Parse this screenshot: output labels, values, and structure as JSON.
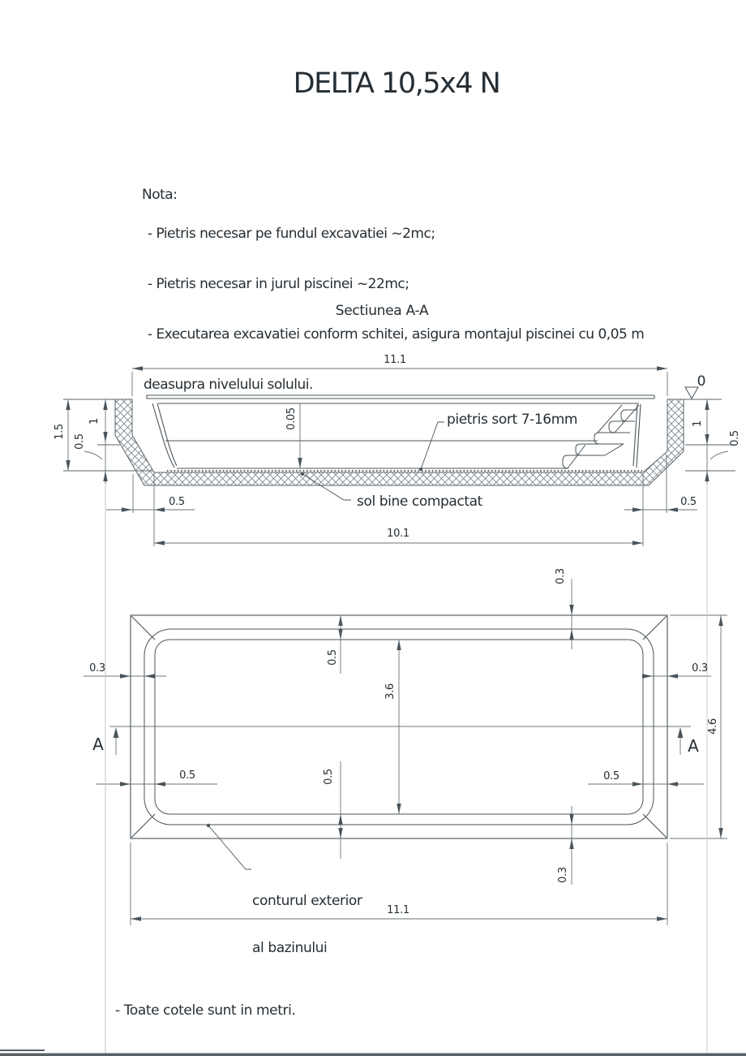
{
  "title": "DELTA 10,5x4 N",
  "notes": {
    "heading": "Nota:",
    "line1": " - Pietris necesar pe fundul excavatiei ~2mc;",
    "line2": " - Pietris necesar in jurul piscinei ~22mc;",
    "line3": " - Executarea excavatiei conform schitei, asigura montajul piscinei cu 0,05 m",
    "line4": "deasupra nivelului solului."
  },
  "section": {
    "title": "Sectiunea A-A",
    "labels": {
      "gravel": "pietris sort 7-16mm",
      "soil": "sol bine compactat"
    },
    "dims": {
      "width_top": "11.1",
      "width_bottom": "10.1",
      "depth_total": "1.5",
      "depth_upper": "1",
      "depth_lower": "0.5",
      "slope_offset": "0.5",
      "gravel_layer": "0.05",
      "datum_level": "0"
    }
  },
  "plan": {
    "labels": {
      "contour_line1": "conturul exterior",
      "contour_line2": "al bazinului"
    },
    "dims": {
      "length": "11.1",
      "width": "4.6",
      "inner_width": "3.6",
      "wall_offset": "0.3",
      "slope_offset": "0.5"
    },
    "section_marker": "A"
  },
  "footer": {
    "note": "- Toate cotele sunt in metri."
  }
}
